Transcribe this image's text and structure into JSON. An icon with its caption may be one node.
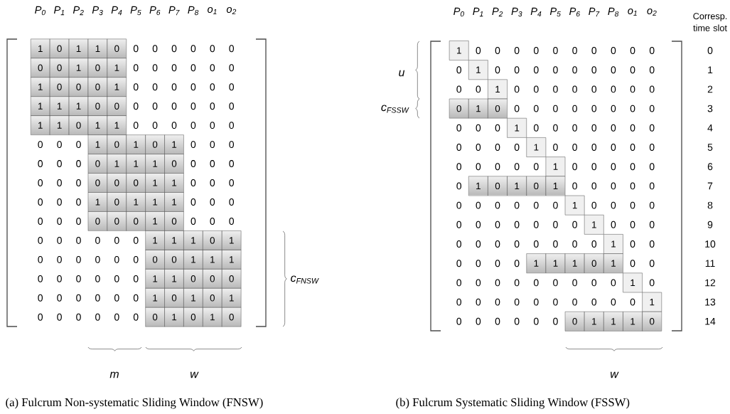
{
  "diagram": {
    "nodes": [
      {
        "text": [
          "1"
        ]
      },
      {
        "text": [
          "0"
        ]
      },
      {
        "text": [
          "1"
        ]
      },
      {
        "text": [
          "1"
        ]
      },
      {
        "text": [
          "0"
        ]
      },
      {
        "text": [
          "0"
        ]
      },
      {
        "text": [
          "0"
        ]
      },
      {
        "text": [
          "1"
        ]
      },
      {
        "text": [
          "0"
        ]
      },
      {
        "text": [
          "1"
        ]
      },
      {
        "text": [
          "1"
        ]
      },
      {
        "text": [
          "0"
        ]
      },
      {
        "text": [
          "0"
        ]
      },
      {
        "text": [
          "0"
        ]
      },
      {
        "text": [
          "1"
        ]
      },
      {
        "text": [
          "1"
        ]
      },
      {
        "text": [
          "1"
        ]
      },
      {
        "text": [
          "1"
        ]
      },
      {
        "text": [
          "0"
        ]
      },
      {
        "text": [
          "0"
        ]
      },
      {
        "text": [
          "1"
        ]
      },
      {
        "text": [
          "1"
        ]
      },
      {
        "text": [
          "0"
        ]
      },
      {
        "text": [
          "1"
        ]
      },
      {
        "text": [
          "1"
        ]
      },
      {
        "text": [
          "1"
        ]
      },
      {
        "text": [
          "0"
        ]
      },
      {
        "text": [
          "1"
        ]
      },
      {
        "text": [
          "0"
        ]
      },
      {
        "text": [
          "1"
        ]
      },
      {
        "text": [
          "0"
        ]
      },
      {
        "text": [
          "1"
        ]
      },
      {
        "text": [
          "1"
        ]
      },
      {
        "text": [
          "1"
        ]
      },
      {
        "text": [
          "0"
        ]
      },
      {
        "text": [
          "0"
        ]
      },
      {
        "text": [
          "0"
        ]
      },
      {
        "text": [
          "0"
        ]
      },
      {
        "text": [
          "1"
        ]
      },
      {
        "text": [
          "1"
        ]
      },
      {
        "text": [
          "1"
        ]
      },
      {
        "text": [
          "0"
        ]
      },
      {
        "text": [
          "1"
        ]
      },
      {
        "text": [
          "1"
        ]
      },
      {
        "text": [
          "1"
        ]
      },
      {
        "text": [
          "0"
        ]
      },
      {
        "text": [
          "0"
        ]
      },
      {
        "text": [
          "0"
        ]
      },
      {
        "text": [
          "1"
        ]
      },
      {
        "text": [
          "0"
        ]
      },
      {
        "text": [
          "1"
        ]
      },
      {
        "text": [
          "1"
        ]
      },
      {
        "text": [
          "1"
        ]
      },
      {
        "text": [
          "0"
        ]
      },
      {
        "text": [
          "1"
        ]
      },
      {
        "text": [
          "0"
        ]
      },
      {
        "text": [
          "0"
        ]
      },
      {
        "text": [
          "1"
        ]
      },
      {
        "text": [
          "1"
        ]
      },
      {
        "text": [
          "1"
        ]
      },
      {
        "text": [
          "1"
        ]
      },
      {
        "text": [
          "1"
        ]
      },
      {
        "text": [
          "0"
        ]
      },
      {
        "text": [
          "0"
        ]
      },
      {
        "text": [
          "0"
        ]
      },
      {
        "text": [
          "1"
        ]
      },
      {
        "text": [
          "0"
        ]
      },
      {
        "text": [
          "1"
        ]
      },
      {
        "text": [
          "0"
        ]
      },
      {
        "text": [
          "1"
        ]
      },
      {
        "text": [
          "0"
        ]
      },
      {
        "text": [
          "1"
        ]
      },
      {
        "text": [
          "0"
        ]
      },
      {
        "text": [
          "1"
        ]
      },
      {
        "text": [
          "0"
        ]
      },
      {
        "text": [
          "1"
        ]
      },
      {
        "text": [
          "1"
        ]
      },
      {
        "text": [
          "1"
        ]
      },
      {
        "text": [
          "0"
        ]
      },
      {
        "text": [
          "1"
        ]
      },
      {
        "text": [
          "0"
        ]
      },
      {
        "text": [
          "1"
        ]
      },
      {
        "text": [
          "1"
        ]
      },
      {
        "text": [
          "1"
        ]
      },
      {
        "text": [
          "1"
        ]
      },
      {
        "text": [
          "0"
        ]
      },
      {
        "text": [
          "1"
        ]
      },
      {
        "text": [
          "0"
        ]
      },
      {
        "text": [
          "1"
        ]
      },
      {
        "text": [
          "1"
        ]
      },
      {
        "text": [
          "1"
        ]
      },
      {
        "text": [
          "1"
        ]
      },
      {
        "text": [
          "1"
        ]
      },
      {
        "text": [
          "1"
        ]
      },
      {
        "text": [
          "1"
        ]
      },
      {
        "text": [
          "0"
        ]
      },
      {
        "text": [
          "1"
        ]
      },
      {
        "text": [
          "1"
        ]
      },
      {
        "text": [
          "1"
        ]
      },
      {
        "text": [
          "0"
        ]
      },
      {
        "text": [
          "1"
        ]
      },
      {
        "text": [
          "1"
        ]
      },
      {
        "text": [
          "1"
        ]
      },
      {
        "text": [
          "0"
        ]
      }
    ],
    "labels": [
      "P$_{0}$",
      "P$_{1}$",
      "P$_{2}$",
      "P$_{3}$",
      "P$_{4}$",
      "P$_{5}$",
      "P$_{6}$",
      "P$_{7}$",
      "P$_{8}$",
      "o$_{1}$",
      "o$_{2}$",
      "0",
      "0",
      "0",
      "0",
      "0",
      "0",
      "0",
      "0",
      "0",
      "0",
      "0",
      "0",
      "0",
      "0",
      "0",
      "0",
      "0",
      "0",
      "0",
      "0",
      "0",
      "0",
      "0",
      "0",
      "0",
      "0",
      "0",
      "0",
      "0",
      "0",
      "0",
      "0",
      "0",
      "0",
      "0",
      "0",
      "0",
      "0",
      "0",
      "0",
      "0",
      "0",
      "0",
      "0",
      "0",
      "0",
      "0",
      "0",
      "0",
      "0",
      "0",
      "0",
      "0",
      "0",
      "0",
      "0",
      "0",
      "0",
      "0",
      "0",
      "0",
      "0",
      "0",
      "0",
      "0",
      "0",
      "0",
      "0",
      "0",
      "0",
      "0",
      "0",
      "0",
      "0",
      "0",
      "0",
      "0",
      "0",
      "0",
      "0",
      "0",
      "0",
      "0",
      "0",
      "0",
      "0",
      "0",
      "0",
      "0",
      "0",
      "c$_{FNSW}$",
      "m",
      "w",
      "(a) Fulcrum Non-systematic Sliding Window (FNSW)",
      "P$_{0}$",
      "P$_{1}$",
      "P$_{2}$",
      "P$_{3}$",
      "P$_{4}$",
      "P$_{5}$",
      "P$_{6}$",
      "P$_{7}$",
      "P$_{8}$",
      "o$_{1}$",
      "o$_{2}$",
      "Corresp. time slot",
      "u",
      "c$_{FSSW}$",
      "0",
      "0",
      "0",
      "0",
      "0",
      "0",
      "0",
      "0",
      "0",
      "0",
      "0",
      "0",
      "0",
      "0",
      "0",
      "0",
      "0",
      "0",
      "0",
      "0",
      "0",
      "1",
      "0",
      "0",
      "0",
      "0",
      "0",
      "0",
      "0",
      "0",
      "0",
      "0",
      "2",
      "0",
      "0",
      "0",
      "0",
      "0",
      "0",
      "0",
      "0",
      "3",
      "0",
      "0",
      "0",
      "0",
      "0",
      "0",
      "0",
      "0",
      "0",
      "0",
      "4",
      "0",
      "0",
      "0",
      "0",
      "0",
      "0",
      "0",
      "0",
      "0",
      "0",
      "5",
      "0",
      "0",
      "0",
      "0",
      "0",
      "0",
      "0",
      "0",
      "0",
      "0",
      "6",
      "0",
      "0",
      "0",
      "0",
      "0",
      "0",
      "7",
      "0",
      "0",
      "0",
      "0",
      "0",
      "0",
      "0",
      "0",
      "0",
      "0",
      "8",
      "0",
      "0",
      "0",
      "0",
      "0",
      "0",
      "0",
      "0",
      "0",
      "0",
      "9",
      "0",
      "0",
      "0",
      "0",
      "0",
      "0",
      "0",
      "0",
      "0",
      "0",
      "10",
      "0",
      "0",
      "0",
      "0",
      "0",
      "0",
      "11",
      "0",
      "0",
      "0",
      "0",
      "0",
      "0",
      "0",
      "0",
      "0",
      "0",
      "12",
      "0",
      "0",
      "0",
      "0",
      "0",
      "0",
      "0",
      "0",
      "0",
      "0",
      "13",
      "0",
      "0",
      "0",
      "0",
      "0",
      "0",
      "14",
      "w",
      "(b) Fulcrum Systematic Sliding Window (FSSW)"
    ]
  }
}
